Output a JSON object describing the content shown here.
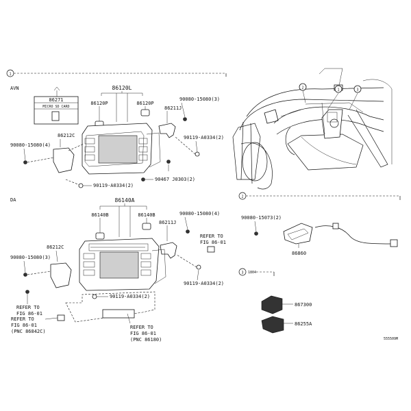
{
  "sections": {
    "s1": {
      "marker": "1",
      "groups": {
        "avn": "AVN",
        "da": "DA"
      }
    },
    "s2": {
      "marker": "2"
    },
    "s3": {
      "marker": "3",
      "note": "1804"
    }
  },
  "circle_markers": [
    "2",
    "1",
    "3"
  ],
  "avn": {
    "card_part": "86271",
    "card_label": "MICRO SD CARD",
    "p_86120l": "86120L",
    "p_86120p_left": "86120P",
    "p_86120p_right": "86120P",
    "p_86211j": "86211J",
    "p_86212c": "86212C",
    "p_90080_right": "90080-15080(3)",
    "p_90080_left": "90080-15080(4)",
    "p_90119_right": "90119-A0334(2)",
    "p_90119_bottom": "90119-A0334(2)",
    "p_90467": "90467 J0303(2)"
  },
  "da": {
    "p_86140a": "86140A",
    "p_86140b_left": "86140B",
    "p_86140b_right": "86140B",
    "p_86211j": "86211J",
    "p_86212c": "86212C",
    "p_90080_right": "90080-15080(4)",
    "p_90080_left": "90080-15080(3)",
    "p_90119_right": "90119-A0334(2)",
    "p_90119_center": "90119-A0334(2)",
    "refer_right": [
      "REFER TO",
      "FIG 86-01"
    ],
    "refer_left_a": [
      "REFER TO",
      "FIG 86-01"
    ],
    "refer_left_b": [
      "REFER TO",
      "FIG 86-01",
      "(PNC 86842C)"
    ],
    "refer_bottom": [
      "REFER TO",
      "FIG 86-01",
      "(PNC 86180)"
    ]
  },
  "s2_parts": {
    "screw": "90080-15073(2)",
    "unit": "86860"
  },
  "s3_parts": {
    "a": "867300",
    "b": "86255A"
  },
  "footer_code": "555509M"
}
